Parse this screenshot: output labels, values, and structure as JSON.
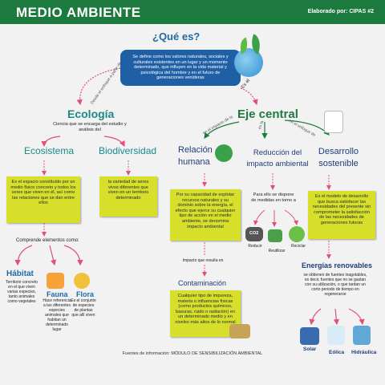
{
  "header": {
    "title": "MEDIO AMBIENTE",
    "credit": "Elaborado por: CIPAS #2"
  },
  "top": {
    "question": "¿Qué es?",
    "definition": "Se define como los valores naturales, sociales y culturales existentes en un lugar y un momento determinado, que influyen en la vida material y psicológica del hombre y en el futuro de generaciones venideras"
  },
  "connectors": {
    "desde": "Desde el enfoque a partir de",
    "es_el": "Es el",
    "en_el_impacto": "en el impacto de la",
    "en_la": "en la",
    "en_el_enfoque": "en el enfoque de"
  },
  "ecologia": {
    "title": "Ecología",
    "desc": "Ciencia que se encarga del estudio y análisis del",
    "ecosistema": {
      "title": "Ecosistema",
      "text": "Es el espacio constituido por un medio físico concreto y todos los seres que viven en él, así como las relaciones que se dan entre ellos"
    },
    "biodiversidad": {
      "title": "Biodiversidad",
      "text": "la variedad de seres vivos diferentes que viven en un territorio determinado"
    },
    "comprende": "Comprende elementos como:",
    "habitat": {
      "title": "Hábitat",
      "text": "Territorio concreto en el que viven varias especies, tanto animales como vegetales"
    },
    "fauna": {
      "title": "Fauna",
      "text": "Hace referencia a las diferentes especies animales que habitan un determinado lugar"
    },
    "flora": {
      "title": "Flora",
      "text": "Es el conjunto de especies de plantas que allí viven"
    }
  },
  "eje": {
    "title": "Eje central",
    "relacion": {
      "title_1": "Relación",
      "title_2": "humana",
      "text": "Por su capacidad de explotar recursos naturales y su dominio sobre la energía, el efecto que ejerce su cualquier tipo de acción en el medio ambiente, se denomina impacto ambiental",
      "impacto": "Impacto que resulta en"
    },
    "contaminacion": {
      "title": "Contaminación",
      "text": "Cualquier tipo de impureza, materia o influencias físicas (como productos químicos, basuras, ruido o radiación) en un determinado medio y en niveles más altos de lo normal"
    },
    "reduccion": {
      "title_1": "Reducción del",
      "title_2": "impacto ambiental",
      "text": "Para ello se dispone de medidas en torno a",
      "reducir": "Reducir",
      "reutilizar": "Reutilizar",
      "reciclar": "Reciclar"
    },
    "desarrollo": {
      "title_1": "Desarrollo",
      "title_2": "sostenible",
      "text": "Es el modelo de desarrollo que busca satisfacer las necesidades del presente sin comprometer la satisfacción de las necesidades de generaciones futuras"
    },
    "energias": {
      "title": "Energías renovables",
      "text": "se obtienen de fuentes inagotables, es decir, fuentes que no se gastan con su utilización, o que tardan un corto periodo de tiempo en regenerarse",
      "solar": "Solar",
      "eolica": "Eólica",
      "hidraulica": "Hidráulica"
    }
  },
  "footer": "Fuentes de información: MÓDULO DE SENSIBILIZACIÓN AMBIENTAL",
  "icons": {
    "co2_label": "CO2",
    "colors": {
      "header": "#1d7a3e",
      "yellow": "#d8df2a",
      "blue": "#1f5fa5",
      "pink": "#e0507a"
    }
  }
}
